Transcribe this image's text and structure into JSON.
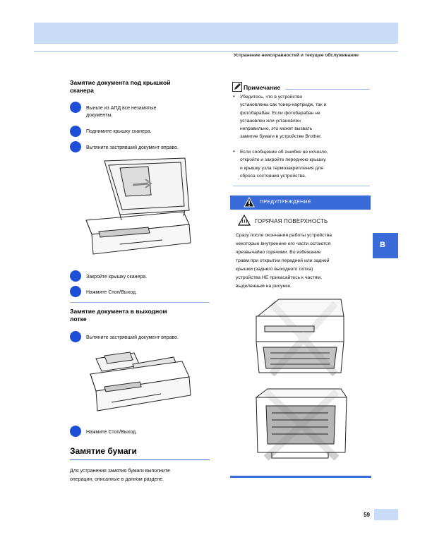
{
  "header": {
    "running_title": "Устранение неисправностей и текущее обслуживание"
  },
  "left": {
    "scanner_jam": {
      "title_line1": "Замятие документа под крышкой",
      "title_line2": "сканера",
      "step1_line1": "Выньте из АПД все незамятые",
      "step1_line2": "документы.",
      "step2": "Поднимите крышку сканера.",
      "step3": "Вытяните застрявший документ вправо.",
      "step4": "Закройте крышку сканера.",
      "step5": "Нажмите Стоп/Выход."
    },
    "output_jam": {
      "title_line1": "Замятие документа в выходном",
      "title_line2": "лотке",
      "step1": "Вытяните застрявший документ вправо.",
      "step2": "Нажмите Стоп/Выход."
    },
    "paper_jam": {
      "title": "Замятие бумаги",
      "para_line1": "Для устранения замятия бумаги выполните",
      "para_line2": "операции, описанные в данном разделе."
    }
  },
  "right": {
    "note": {
      "title": "Примечание",
      "b1": [
        "Убедитесь, что в устройство",
        "установлены сак тонер-картридж, так и",
        "фотобарабан. Если фотобарабан не",
        "установлен или установлен",
        "неправильно, это может вызвать",
        "замятие бумаги в устройстве Brother."
      ],
      "b2": [
        "Если сообщение об ошибке не исчезло,",
        "откройте и закройте переднюю крышку",
        "и крышку узла термозакрепления для",
        "сброса состояния устройства."
      ]
    },
    "warning": {
      "label": "ПРЕДУПРЕЖДЕНИЕ",
      "subtitle": "ГОРЯЧАЯ ПОВЕРХНОСТЬ",
      "body": [
        "Сразу после окончания работы устройства",
        "некоторые внутренние его части остаются",
        "чрезвычайно горячими. Во избежание",
        "травм при открытии передней или задней",
        "крышки (заднего выходного лотка)",
        "устройства НЕ прикасайтесь к частям,",
        "выделенным на рисунке."
      ]
    }
  },
  "side_tab": "B",
  "page_number": "59",
  "colors": {
    "accent": "#3a69d8",
    "band": "#c9dcf7",
    "rule": "#9bb8e6"
  }
}
